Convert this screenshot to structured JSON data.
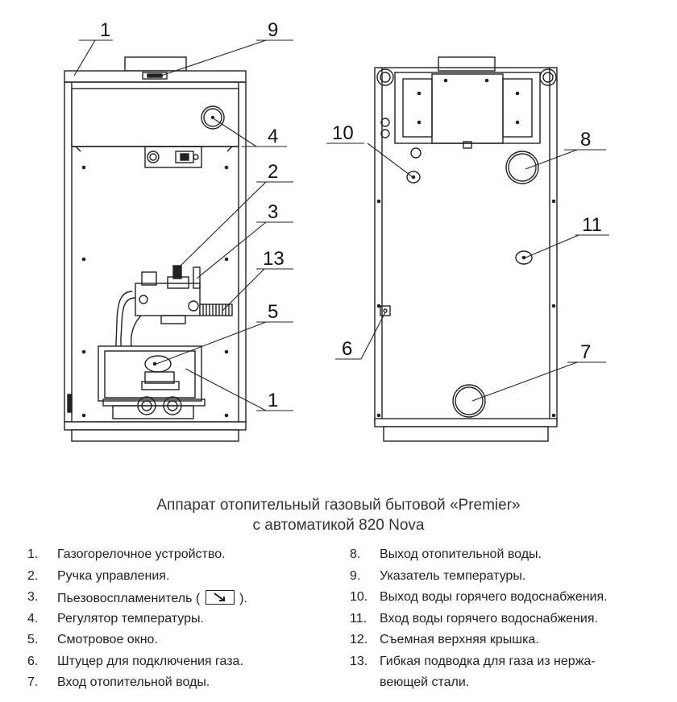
{
  "diagram": {
    "callouts_left": [
      "1",
      "9",
      "4",
      "2",
      "3",
      "13",
      "5",
      "1"
    ],
    "callouts_right": [
      "10",
      "8",
      "11",
      "6",
      "7"
    ]
  },
  "caption": {
    "line1": "Аппарат отопительный газовый бытовой «Premier»",
    "line2": "с автоматикой 820 Nova"
  },
  "legend_left": [
    {
      "num": "1.",
      "text": "Газогорелочное устройство."
    },
    {
      "num": "2.",
      "text": "Ручка управления."
    },
    {
      "num": "3.",
      "text_before": "Пьезовоспламенитель (",
      "text_after": ").",
      "icon": "piezo-igniter-icon"
    },
    {
      "num": "4.",
      "text": "Регулятор температуры."
    },
    {
      "num": "5.",
      "text": "Смотровое окно."
    },
    {
      "num": "6.",
      "text": "Штуцер для подключения газа."
    },
    {
      "num": "7.",
      "text": "Вход отопительной воды."
    }
  ],
  "legend_right": [
    {
      "num": "8.",
      "text": "Выход отопительной воды."
    },
    {
      "num": "9.",
      "text": "Указатель температуры."
    },
    {
      "num": "10.",
      "text": "Выход воды горячего водоснабжения."
    },
    {
      "num": "11.",
      "text": "Вход воды горячего водоснабжения."
    },
    {
      "num": "12.",
      "text": "Съемная верхняя крышка."
    },
    {
      "num": "13.",
      "text": "Гибкая подводка для газа из нержа-"
    },
    {
      "num": "",
      "text": "веющей стали."
    }
  ]
}
